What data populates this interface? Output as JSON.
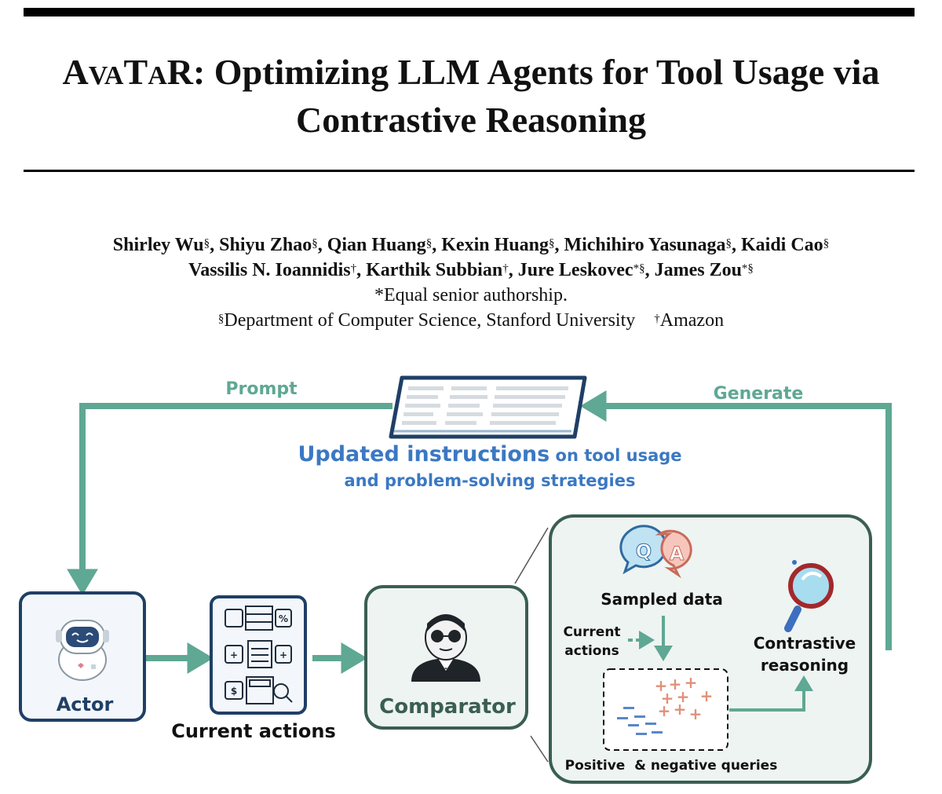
{
  "paper": {
    "title_line1": "AvaTaR: Optimizing LLM Agents for Tool Usage via",
    "title_line2": "Contrastive Reasoning",
    "authors_line1": [
      {
        "name": "Shirley Wu",
        "mark": "§"
      },
      {
        "name": "Shiyu Zhao",
        "mark": "§"
      },
      {
        "name": "Qian Huang",
        "mark": "§"
      },
      {
        "name": "Kexin Huang",
        "mark": "§"
      },
      {
        "name": "Michihiro Yasunaga",
        "mark": "§"
      },
      {
        "name": "Kaidi Cao",
        "mark": "§"
      }
    ],
    "authors_line2": [
      {
        "name": "Vassilis N. Ioannidis",
        "mark": "†"
      },
      {
        "name": "Karthik Subbian",
        "mark": "†"
      },
      {
        "name": "Jure Leskovec",
        "mark": "*§"
      },
      {
        "name": "James Zou",
        "mark": "*§"
      }
    ],
    "note_equal": "*Equal senior authorship.",
    "aff_stanford_mark": "§",
    "aff_stanford": "Department of Computer Science, Stanford University",
    "aff_amazon_mark": "†",
    "aff_amazon": "Amazon"
  },
  "figure": {
    "prompt_label": "Prompt",
    "generate_label": "Generate",
    "instructions_highlight": "Updated instructions",
    "instructions_rest": " on tool usage",
    "instructions_line2": "and problem-solving strategies",
    "actor_label": "Actor",
    "current_actions_label": "Current actions",
    "comparator_label": "Comparator",
    "sampled_data_label": "Sampled data",
    "current_actions_small_1": "Current",
    "current_actions_small_2": "actions",
    "contrastive_1": "Contrastive",
    "contrastive_2": "reasoning",
    "queries_label": "Positive  & negative queries",
    "qa_q": "Q",
    "qa_a": "A",
    "colors": {
      "teal": "#5fa893",
      "dark_green": "#3a5e53",
      "navy": "#1f3f66",
      "blue_text": "#3b78c3",
      "pos": "#e0907a",
      "neg": "#5a86c8"
    }
  }
}
